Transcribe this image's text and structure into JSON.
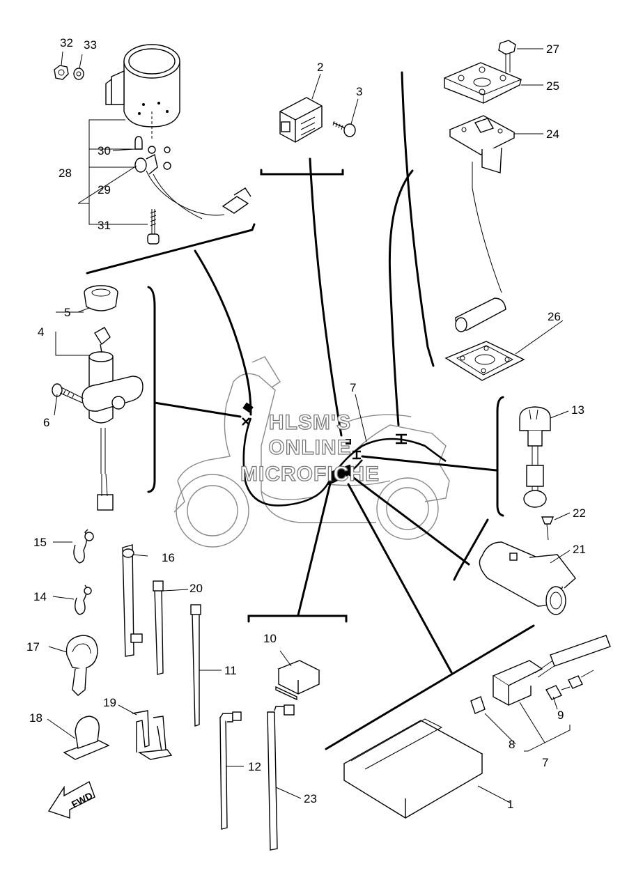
{
  "diagram": {
    "part_numbers": {
      "p1": "1",
      "p2": "2",
      "p3": "3",
      "p4": "4",
      "p5": "5",
      "p6": "6",
      "p7a": "7",
      "p7b": "7",
      "p8": "8",
      "p9": "9",
      "p10": "10",
      "p11": "11",
      "p12": "12",
      "p13": "13",
      "p14": "14",
      "p15": "15",
      "p16": "16",
      "p17": "17",
      "p18": "18",
      "p19": "19",
      "p20": "20",
      "p21": "21",
      "p22": "22",
      "p23": "23",
      "p24": "24",
      "p25": "25",
      "p26": "26",
      "p27": "27",
      "p28": "28",
      "p29": "29",
      "p30": "30",
      "p31": "31",
      "p32": "32",
      "p33": "33"
    },
    "watermark": {
      "line1": "HLSM'S",
      "line2": "ONLINE",
      "line3": "MICROFICHE"
    },
    "fwd_label": "FWD"
  }
}
